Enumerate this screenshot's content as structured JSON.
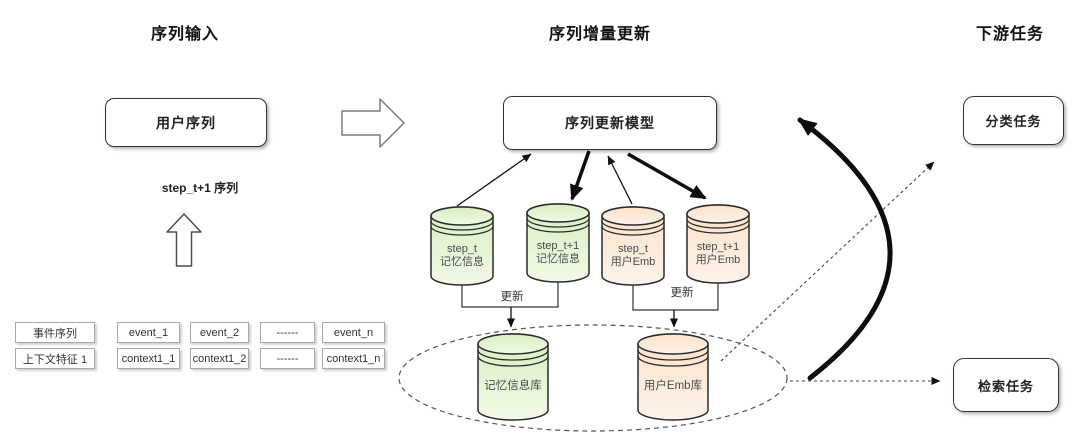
{
  "headers": {
    "input": "序列输入",
    "update": "序列增量更新",
    "downstream": "下游任务"
  },
  "nodes": {
    "user_sequence": {
      "label": "用户序列"
    },
    "step_caption": "step_t+1 序列",
    "update_model": {
      "label": "序列更新模型"
    },
    "classification_task": {
      "label": "分类任务"
    },
    "retrieval_task": {
      "label": "检索任务"
    }
  },
  "cylinders": {
    "memory_t": {
      "line1": "step_t",
      "line2": "记忆信息"
    },
    "memory_t1": {
      "line1": "step_t+1",
      "line2": "记忆信息"
    },
    "emb_t": {
      "line1": "step_t",
      "line2": "用户Emb"
    },
    "emb_t1": {
      "line1": "step_t+1",
      "line2": "用户Emb"
    },
    "memory_store": {
      "label": "记忆信息库"
    },
    "emb_store": {
      "label": "用户Emb库"
    }
  },
  "edge_labels": {
    "update_left": "更新",
    "update_right": "更新"
  },
  "input_rows": [
    {
      "header": "事件序列",
      "cells": [
        "event_1",
        "event_2",
        "------",
        "event_n"
      ]
    },
    {
      "header": "上下文特征 1",
      "cells": [
        "context1_1",
        "context1_2",
        "------",
        "context1_n"
      ]
    }
  ],
  "colors": {
    "green_fill_top": "#d6efc0",
    "green_fill_bottom": "#f1f9e7",
    "orange_fill_top": "#fbe2c9",
    "orange_fill_bottom": "#fdf3e9",
    "outline": "#2b2b2b"
  }
}
